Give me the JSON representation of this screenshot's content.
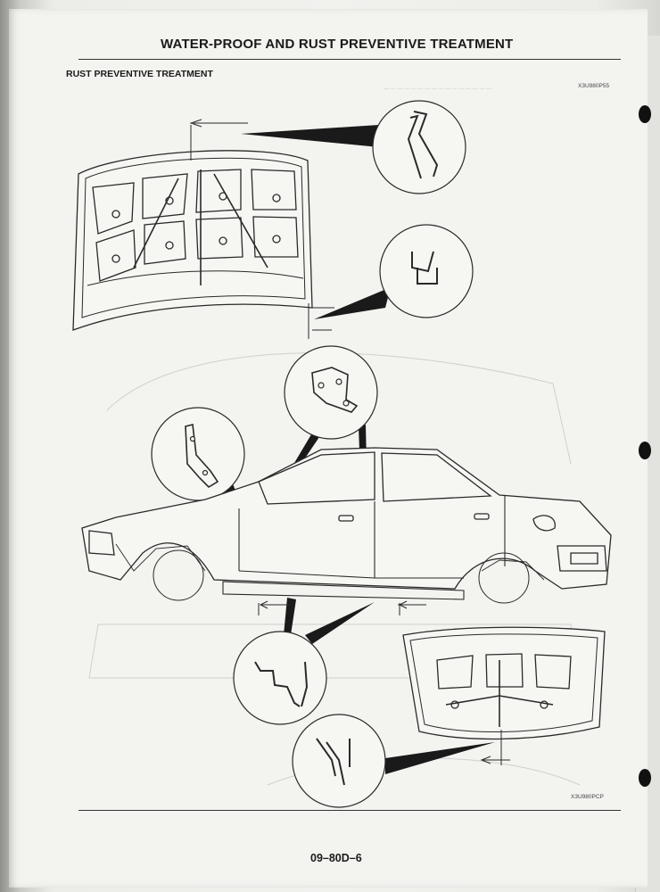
{
  "header": {
    "title": "WATER-PROOF AND RUST PREVENTIVE TREATMENT"
  },
  "section": {
    "heading": "RUST PREVENTIVE TREATMENT"
  },
  "figure": {
    "ref_top": "X3U980P55",
    "ref_bottom": "X3U980PCP",
    "parts": [
      "hood-panel",
      "sedan-body",
      "trunk-lid"
    ],
    "detail_views": [
      "hood-edge-hem-section",
      "hood-front-hem-section",
      "door-hinge-detail",
      "pillar-bracket-detail",
      "rocker-panel-section",
      "trunk-lid-hem-section"
    ]
  },
  "footer": {
    "page_number": "09–80D–6"
  },
  "colors": {
    "paper": "#f3f3f0",
    "ink": "#2a2a2a",
    "marker": "#1a1a1a"
  }
}
